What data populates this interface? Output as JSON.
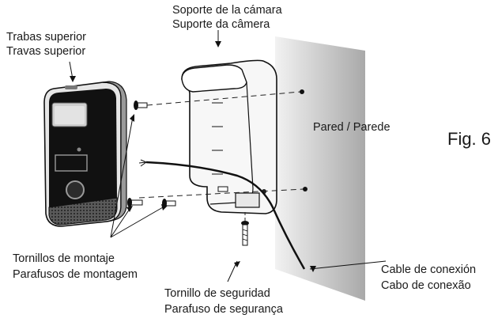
{
  "labels": {
    "camera_support_es": "Soporte de la cámara",
    "camera_support_pt": "Suporte da câmera",
    "top_latches_es": "Trabas superior",
    "top_latches_pt": "Travas superior",
    "wall": "Pared / Parede",
    "figure": "Fig. 6",
    "mount_screws_es": "Tornillos de montaje",
    "mount_screws_pt": "Parafusos de montagem",
    "security_screw_es": "Tornillo de seguridad",
    "security_screw_pt": "Parafuso de segurança",
    "cable_es": "Cable de conexión",
    "cable_pt": "Cabo de conexão"
  },
  "icons": [
    "camera-device",
    "camera-bracket",
    "wall-panel",
    "mounting-screw",
    "security-screw",
    "connection-cable"
  ]
}
